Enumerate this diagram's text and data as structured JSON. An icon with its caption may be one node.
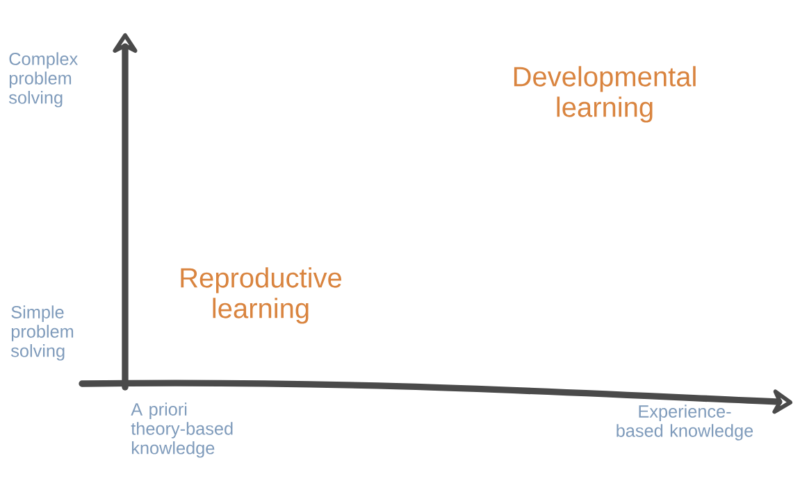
{
  "diagram": {
    "labels": [
      "Complex problem solving",
      "Developmental learning",
      "Reproductive learning",
      "Simple problem solving",
      "A priori theory-based knowledge",
      "Experience-based knowledge"
    ]
  }
}
